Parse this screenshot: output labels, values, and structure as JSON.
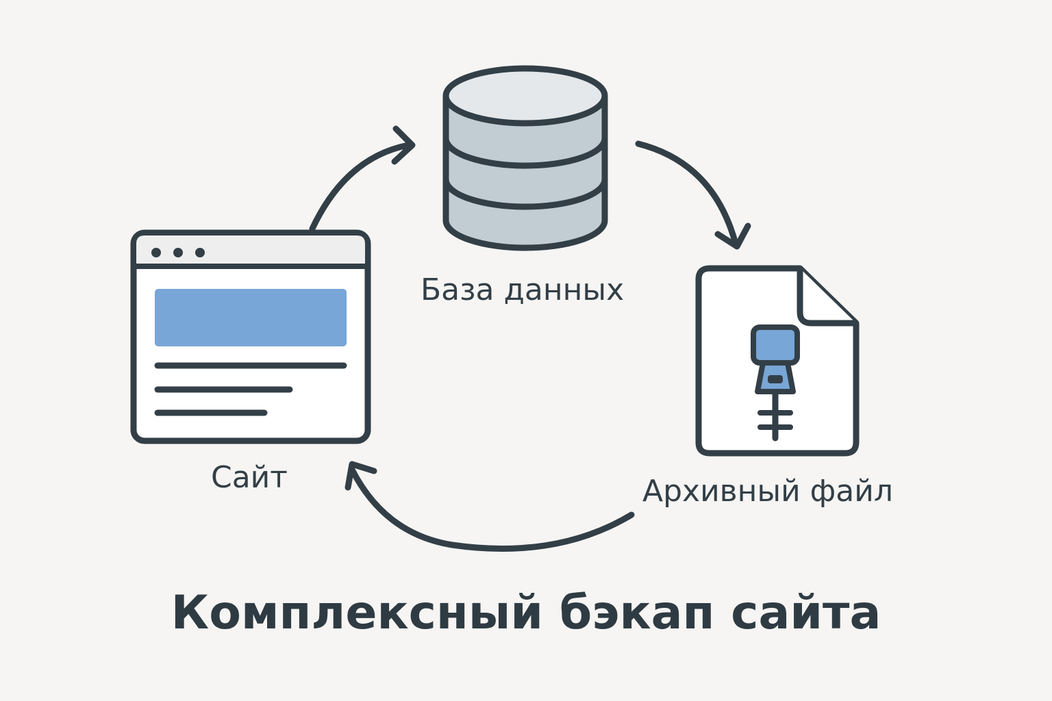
{
  "title": "Комплексный бэкап сайта",
  "nodes": {
    "site": {
      "label": "Сайт",
      "icon": "browser-window-icon"
    },
    "database": {
      "label": "База данных",
      "icon": "database-icon"
    },
    "archive": {
      "label": "Архивный файл",
      "icon": "zip-file-icon"
    }
  },
  "colors": {
    "background": "#f6f5f3",
    "stroke": "#333f47",
    "accent_blue": "#78a6d6",
    "db_fill": "#c2ccd3",
    "db_top": "#e4e8eb"
  }
}
